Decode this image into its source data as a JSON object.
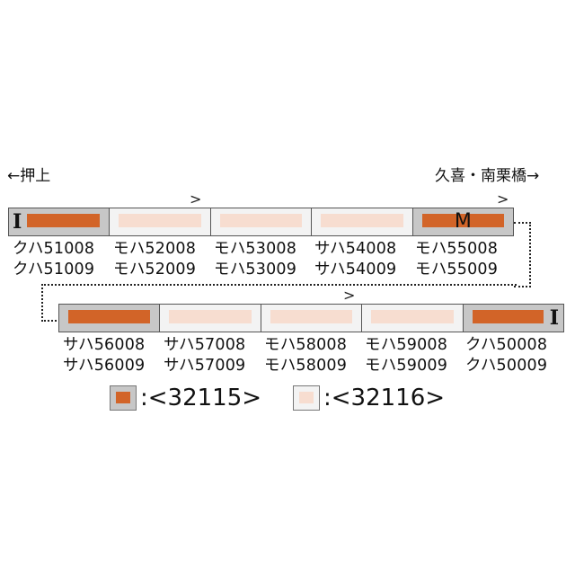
{
  "directions": {
    "left": "←押上",
    "right": "久喜・南栗橋→"
  },
  "colors": {
    "dark_body": "#c7c7c7",
    "dark_stripe": "#d26428",
    "light_body": "#f3f3f3",
    "light_stripe": "#f7ddd0"
  },
  "train_top": {
    "cars": [
      {
        "type": "dark",
        "mark": "I",
        "top": "クハ51008",
        "bottom": "クハ51009"
      },
      {
        "type": "light",
        "mark": "",
        "top": "モハ52008",
        "bottom": "モハ52009"
      },
      {
        "type": "light",
        "mark": "",
        "top": "モハ53008",
        "bottom": "モハ53009"
      },
      {
        "type": "light",
        "mark": "",
        "top": "サハ54008",
        "bottom": "サハ54009"
      },
      {
        "type": "dark",
        "mark": "M",
        "top": "モハ55008",
        "bottom": "モハ55009"
      }
    ],
    "pantograph_mark": ">"
  },
  "train_bottom": {
    "cars": [
      {
        "type": "dark",
        "mark": "",
        "top": "サハ56008",
        "bottom": "サハ56009"
      },
      {
        "type": "light",
        "mark": "",
        "top": "サハ57008",
        "bottom": "サハ57009"
      },
      {
        "type": "light",
        "mark": "",
        "top": "モハ58008",
        "bottom": "モハ58009"
      },
      {
        "type": "light",
        "mark": "",
        "top": "モハ59008",
        "bottom": "モハ59009"
      },
      {
        "type": "dark",
        "mark": "I",
        "top": "クハ50008",
        "bottom": "クハ50009"
      }
    ],
    "pantograph_mark": ">"
  },
  "legend": [
    {
      "type": "dark",
      "label": ":<32115>"
    },
    {
      "type": "light",
      "label": ":<32116>"
    }
  ]
}
